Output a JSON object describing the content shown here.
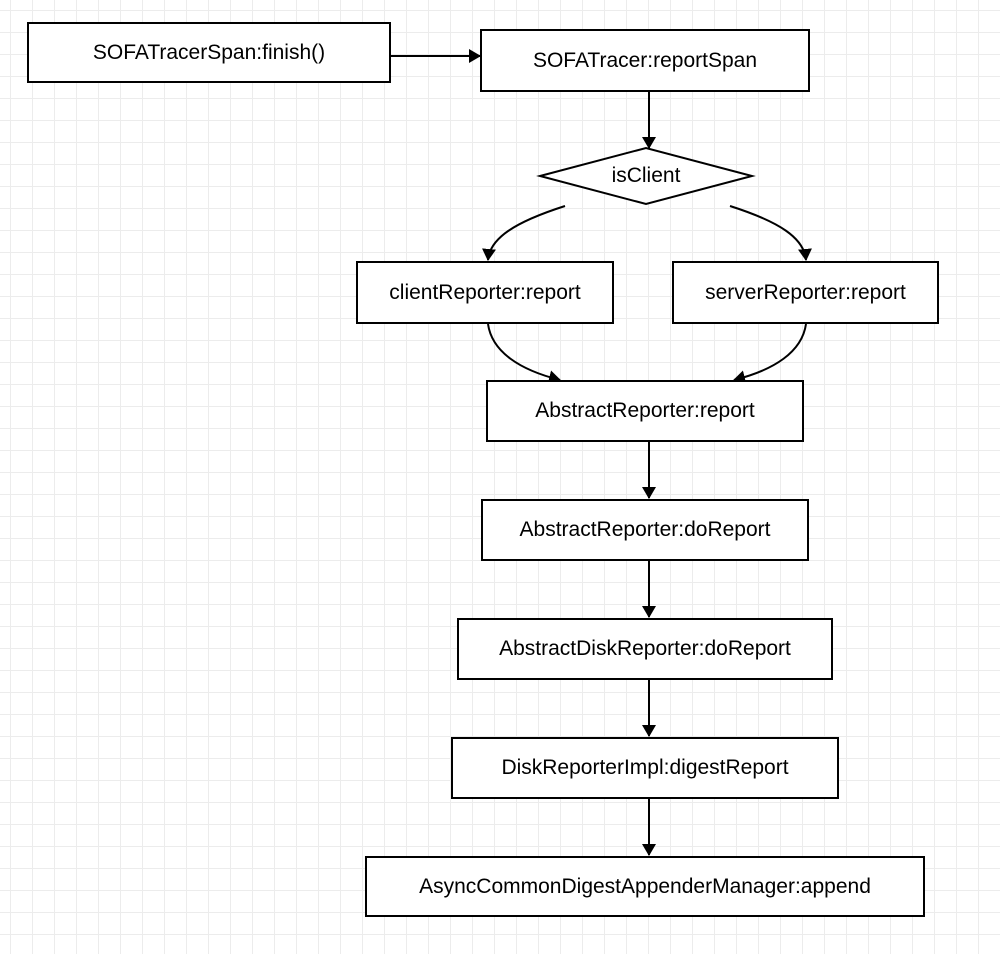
{
  "nodes": {
    "finish": "SOFATracerSpan:finish()",
    "report_span": "SOFATracer:reportSpan",
    "is_client": "isClient",
    "client_reporter": "clientReporter:report",
    "server_reporter": "serverReporter:report",
    "abstract_report": "AbstractReporter:report",
    "abstract_do_report": "AbstractReporter:doReport",
    "abstract_disk_do_report": "AbstractDiskReporter:doReport",
    "disk_digest_report": "DiskReporterImpl:digestReport",
    "async_append": "AsyncCommonDigestAppenderManager:append"
  }
}
